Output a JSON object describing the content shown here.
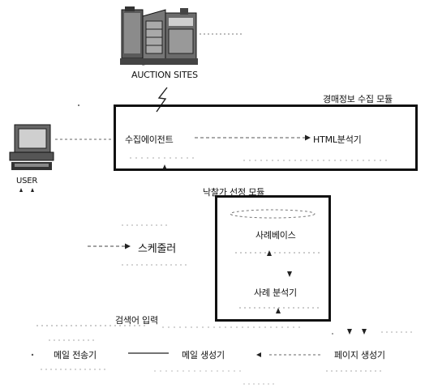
{
  "labels": {
    "auction_sites": "AUCTION SITES",
    "user": "USER",
    "collection_module": "경매정보 수집 모듈",
    "collection_agent": "수집에이전트",
    "html_analyzer": "HTML분석기",
    "selection_module": "낙찰가 선정 모듈",
    "case_base": "사례베이스",
    "case_analyzer": "사례 분석기",
    "scheduler": "스케줄러",
    "search_input": "검색어 입력",
    "mail_sender": "메일 전송기",
    "mail_generator": "메일 생성기",
    "page_generator": "페이지 생성기"
  },
  "icons": {
    "server": "server-rack-icon",
    "user_pc": "desktop-computer-icon"
  },
  "colors": {
    "ink": "#111111",
    "line": "#444444",
    "faint": "#9a9a9a"
  }
}
